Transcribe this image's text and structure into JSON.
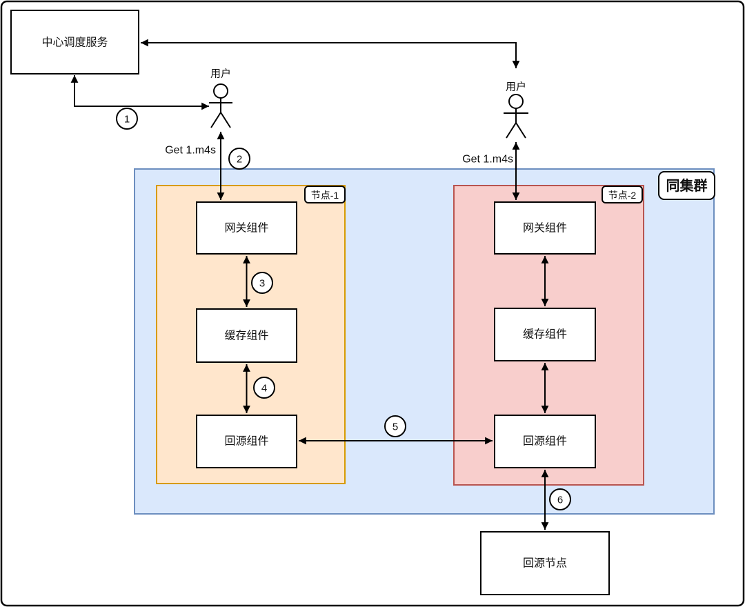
{
  "colors": {
    "line": "#000000",
    "box_fill": "#ffffff",
    "cluster_fill": "#dae8fc",
    "cluster_stroke": "#6c8ebf",
    "node1_fill": "#ffe6cc",
    "node1_stroke": "#d79b00",
    "node2_fill": "#f8cecc",
    "node2_stroke": "#b85450"
  },
  "diagram": {
    "scheduler_label": "中心调度服务",
    "user1_label": "用户",
    "user2_label": "用户",
    "request1_label": "Get 1.m4s",
    "request2_label": "Get 1.m4s",
    "cluster_label": "同集群",
    "node1": {
      "label": "节点-1",
      "gateway": "网关组件",
      "cache": "缓存组件",
      "origin_fetch": "回源组件"
    },
    "node2": {
      "label": "节点-2",
      "gateway": "网关组件",
      "cache": "缓存组件",
      "origin_fetch": "回源组件"
    },
    "origin_node_label": "回源节点",
    "steps": {
      "s1": "1",
      "s2": "2",
      "s3": "3",
      "s4": "4",
      "s5": "5",
      "s6": "6"
    }
  }
}
